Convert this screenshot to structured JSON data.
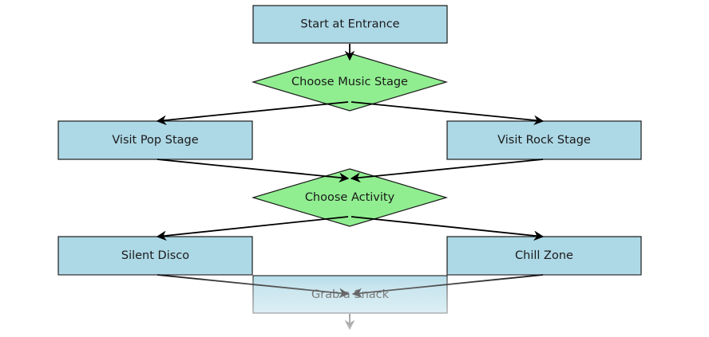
{
  "colors": {
    "process_fill": "#add8e6",
    "decision_fill": "#90ee90",
    "stroke": "#1a1a1a",
    "arrow": "#000000"
  },
  "nodes": {
    "start": {
      "label": "Start at Entrance",
      "shape": "rectangle"
    },
    "choose_stage": {
      "label": "Choose Music Stage",
      "shape": "diamond"
    },
    "pop_stage": {
      "label": "Visit Pop Stage",
      "shape": "rectangle"
    },
    "rock_stage": {
      "label": "Visit Rock Stage",
      "shape": "rectangle"
    },
    "choose_activity": {
      "label": "Choose Activity",
      "shape": "diamond"
    },
    "silent_disco": {
      "label": "Silent Disco",
      "shape": "rectangle"
    },
    "chill_zone": {
      "label": "Chill Zone",
      "shape": "rectangle"
    },
    "snack": {
      "label": "Grab a Snack",
      "shape": "rectangle"
    }
  },
  "edges": [
    {
      "from": "start",
      "to": "choose_stage"
    },
    {
      "from": "choose_stage",
      "to": "pop_stage"
    },
    {
      "from": "choose_stage",
      "to": "rock_stage"
    },
    {
      "from": "pop_stage",
      "to": "choose_activity"
    },
    {
      "from": "rock_stage",
      "to": "choose_activity"
    },
    {
      "from": "choose_activity",
      "to": "silent_disco"
    },
    {
      "from": "choose_activity",
      "to": "chill_zone"
    },
    {
      "from": "silent_disco",
      "to": "snack"
    },
    {
      "from": "chill_zone",
      "to": "snack"
    },
    {
      "from": "snack",
      "to": "next"
    }
  ]
}
